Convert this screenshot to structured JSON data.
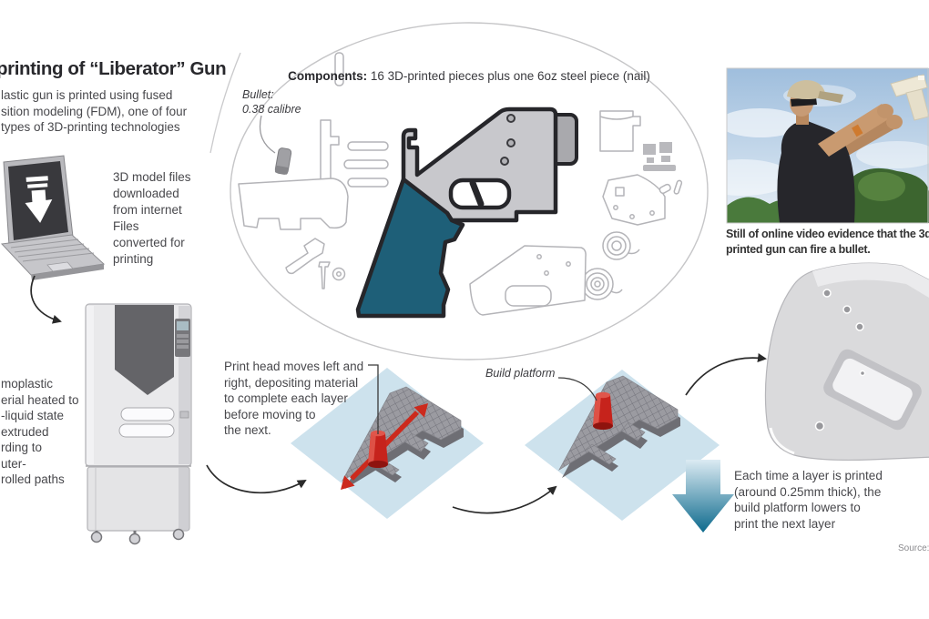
{
  "header": {
    "title": "printing of “Liberator” Gun",
    "intro_lines": [
      "lastic gun is printed using fused",
      "sition modeling (FDM), one of four",
      "types of 3D-printing technologies"
    ]
  },
  "components": {
    "label": "Components:",
    "text": " 16 3D-printed pieces plus one 6oz steel piece (nail)",
    "bullet_label_lines": [
      "Bullet:",
      "0.38 calibre"
    ]
  },
  "steps": {
    "download_lines": [
      "3D model files",
      "downloaded",
      "from internet",
      "Files",
      "converted for",
      "printing"
    ],
    "thermoplastic_lines": [
      "moplastic",
      "erial heated to",
      "-liquid state",
      "extruded",
      "rding to",
      "uter-",
      "rolled paths"
    ],
    "printhead_lines": [
      "Print head moves left and",
      "right, depositing material",
      "to complete each layer",
      "before moving to",
      "the next."
    ],
    "build_platform_label": "Build platform",
    "layer_lines": [
      "Each time a layer is printed",
      "(around 0.25mm thick), the",
      "build platform lowers to",
      "print the next layer"
    ]
  },
  "photo": {
    "caption_lines": [
      "Still of online video evidence that the 3d",
      "printed gun can fire a bullet."
    ]
  },
  "source_label": "Source:",
  "colors": {
    "grip_teal": "#1e5f78",
    "platform_blue": "#cde2ed",
    "printhead_red": "#c6231c",
    "down_arrow_dark": "#0d6a8d",
    "part_gray": "#9b9ba1",
    "gun_body_gray": "#c8c8cc"
  }
}
